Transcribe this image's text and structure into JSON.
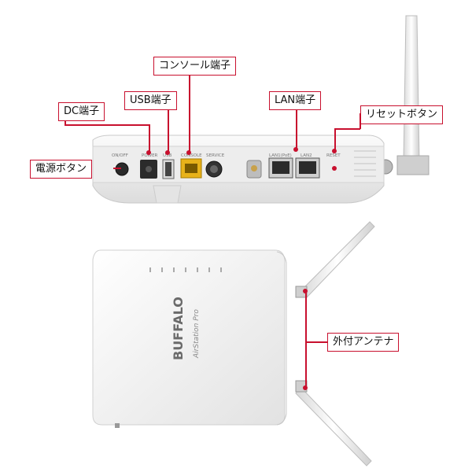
{
  "colors": {
    "accent": "#c8102e",
    "device": "#f2f2f2",
    "port_console": "#e8b21a"
  },
  "callouts": {
    "power_button": "電源ボタン",
    "dc_port": "DC端子",
    "usb_port": "USB端子",
    "console_port": "コンソール端子",
    "lan_port": "LAN端子",
    "reset_button": "リセットボタン",
    "external_antenna": "外付アンテナ"
  },
  "rear_labels": {
    "on_off": "ON/OFF",
    "power": "POWER",
    "usb": "USB",
    "console": "CONSOLE",
    "service": "SERVICE",
    "lan1": "LAN1(PoE)",
    "lan2": "LAN2",
    "reset": "RESET"
  },
  "front_labels": {
    "brand": "BUFFALO",
    "model": "AirStation Pro"
  }
}
